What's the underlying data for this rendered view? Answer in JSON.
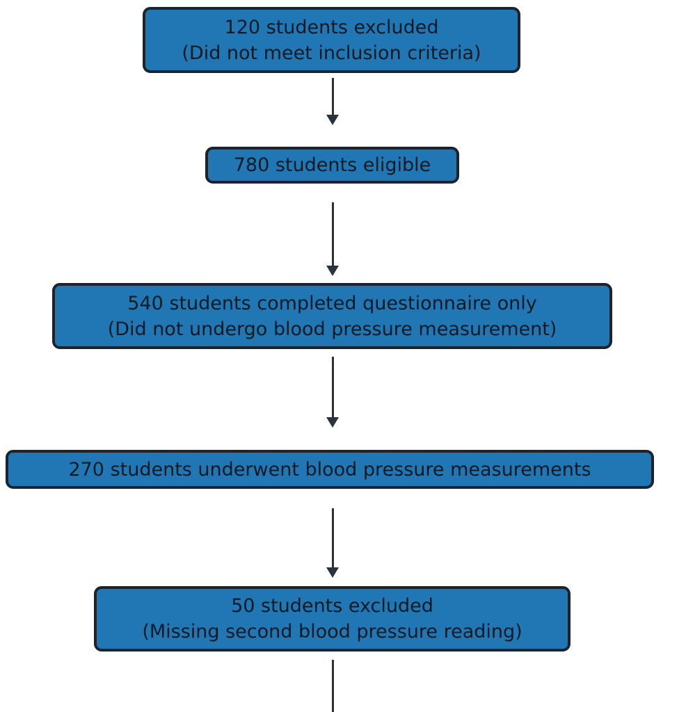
{
  "diagram": {
    "type": "flowchart",
    "direction": "top-down",
    "boxes": [
      {
        "id": "excluded-initial",
        "line1": "120 students excluded",
        "line2": "(Did not meet inclusion criteria)"
      },
      {
        "id": "eligible",
        "line1": "780 students eligible"
      },
      {
        "id": "questionnaire-only",
        "line1": "540 students completed questionnaire only",
        "line2": "(Did not undergo blood pressure measurement)"
      },
      {
        "id": "bp-measured",
        "line1": "270 students underwent blood pressure measurements"
      },
      {
        "id": "excluded-missing-reading",
        "line1": "50 students excluded",
        "line2": "(Missing second blood pressure reading)"
      }
    ],
    "arrows": [
      {
        "from": "excluded-initial",
        "to": "eligible",
        "head": true
      },
      {
        "from": "eligible",
        "to": "questionnaire-only",
        "head": true
      },
      {
        "from": "questionnaire-only",
        "to": "bp-measured",
        "head": true
      },
      {
        "from": "bp-measured",
        "to": "excluded-missing-reading",
        "head": true
      },
      {
        "from": "excluded-missing-reading",
        "to": "(cut off at bottom edge)",
        "head": false
      }
    ],
    "colors": {
      "box_fill": "#2077b4",
      "box_border": "#19242e",
      "text": "#0d1a24",
      "arrow": "#2a333d",
      "background": "#ffffff"
    }
  }
}
